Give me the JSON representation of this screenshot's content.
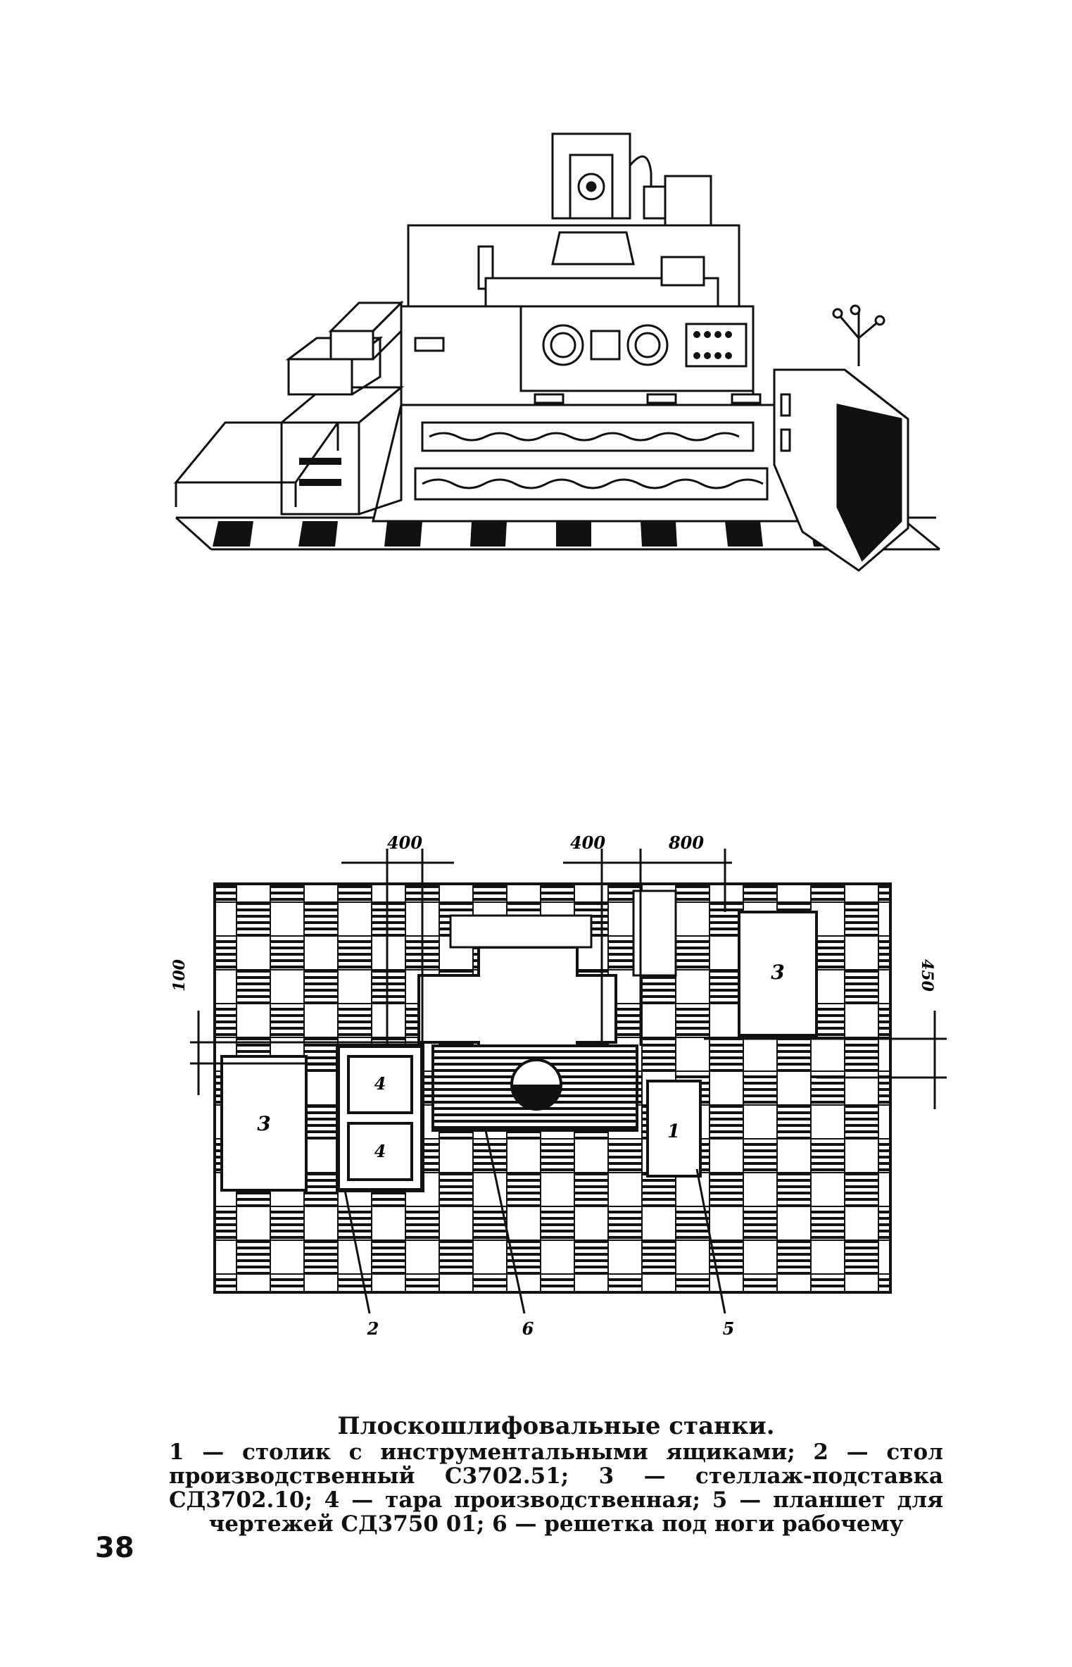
{
  "figure": {
    "dimensions": [
      "400",
      "400",
      "800",
      "100",
      "450"
    ],
    "item_labels": {
      "one": "1",
      "two": "2",
      "three_left": "3",
      "three_right": "3",
      "four_top": "4",
      "four_bottom": "4",
      "five": "5",
      "six": "6"
    }
  },
  "caption": {
    "title": "Плоскошлифовальные станки.",
    "body": "1 — столик с инструментальными ящиками; 2 — стол производственный С3702.51; 3 — стеллаж-подставка СД3702.10; 4 — тара производственная; 5 — планшет для чертежей СД3750 01; 6 — решетка под ноги рабочему"
  },
  "page_number": "38"
}
